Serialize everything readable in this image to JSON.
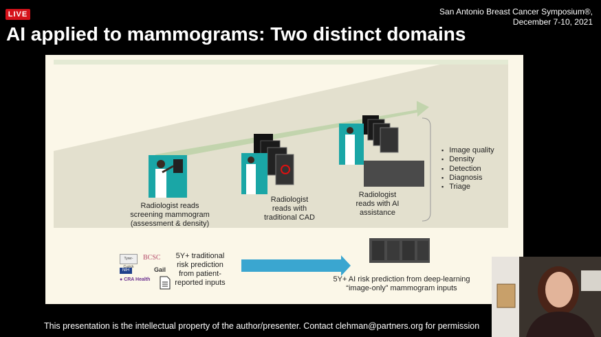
{
  "badge": {
    "live": "LIVE"
  },
  "conference": {
    "line1": "San Antonio Breast Cancer Symposium®,",
    "line2": "December 7-10, 2021"
  },
  "slide": {
    "title": "AI applied to mammograms: Two distinct domains",
    "stage1": {
      "line1": "Radiologist reads",
      "line2": "screening mammogram",
      "line3": "(assessment & density)"
    },
    "stage2": {
      "line1": "Radiologist",
      "line2": "reads with",
      "line3": "traditional CAD"
    },
    "stage3": {
      "line1": "Radiologist",
      "line2": "reads with AI",
      "line3": "assistance"
    },
    "ai_tasks": [
      "Image quality",
      "Density",
      "Detection",
      "Diagnosis",
      "Triage"
    ],
    "logos": {
      "bcsc": "BCSC",
      "nih": "NIH",
      "gail": "Gail",
      "cra": "CRA Health",
      "tyrer": "Tyrer-Cuzick"
    },
    "traditional_risk": {
      "line1": "5Y+ traditional",
      "line2": "risk prediction",
      "line3": "from patient-",
      "line4": "reported inputs"
    },
    "ai_risk": {
      "line1": "5Y+ AI risk prediction from deep-learning",
      "line2": "“image-only” mammogram inputs"
    }
  },
  "footer": {
    "notice": "This presentation is the intellectual property of the author/presenter. Contact clehman@partners.org for permission"
  },
  "colors": {
    "teal": "#1aa6a6",
    "arrow_blue": "#3aa6d0",
    "green_arrow": "#c2d4ad",
    "slide_bg": "#fbf7e8",
    "live_red": "#d5121a"
  }
}
